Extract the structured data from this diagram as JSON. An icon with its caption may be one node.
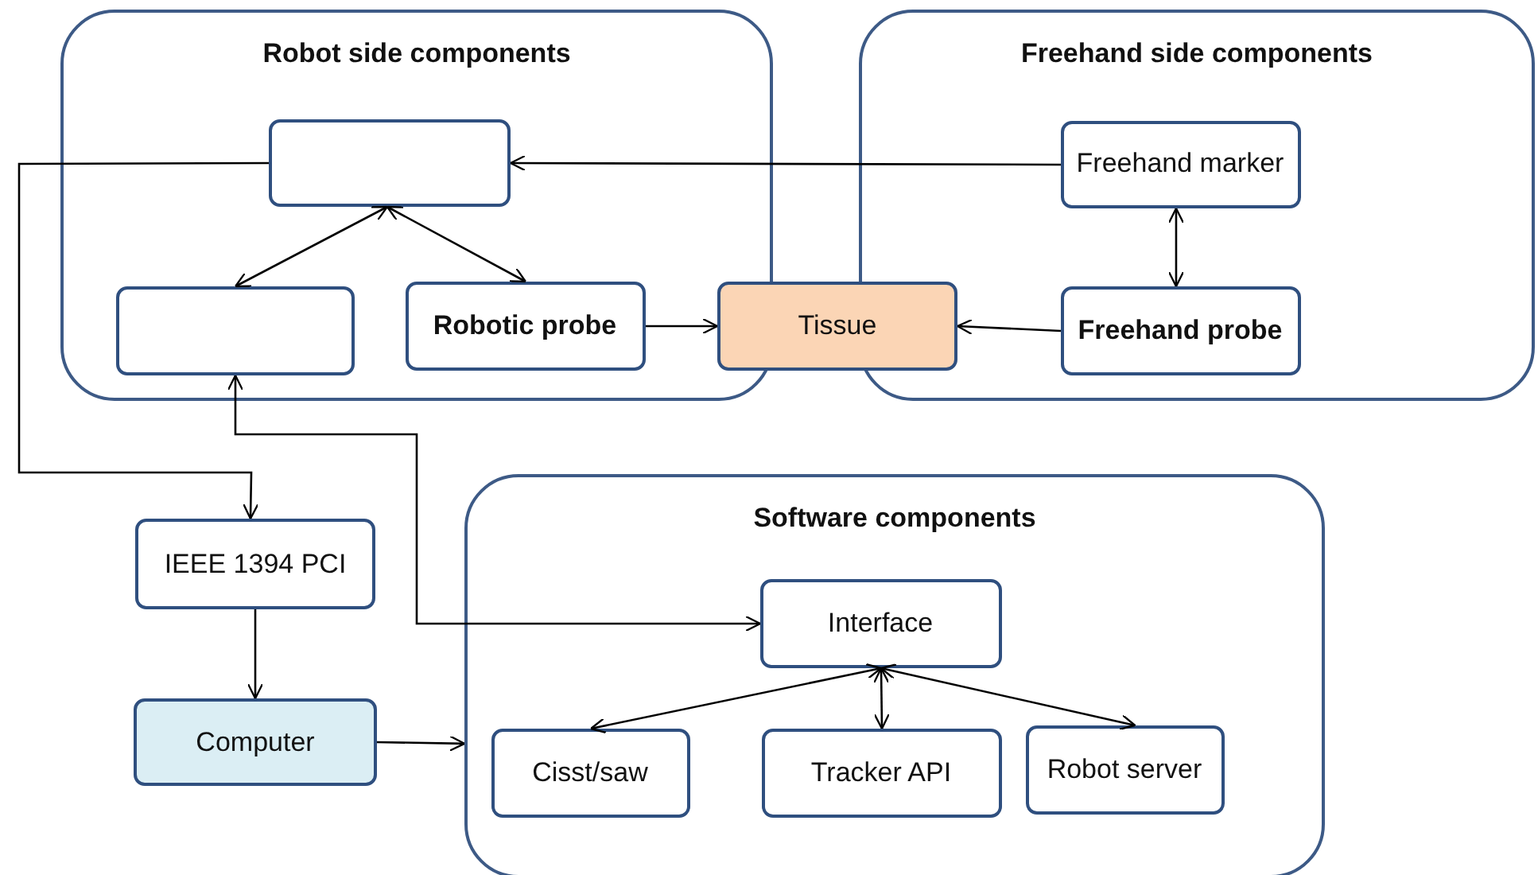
{
  "diagram": {
    "nodes": [
      {
        "text": [
          "Robot side components"
        ]
      },
      {
        "text": [
          "Freehand side components"
        ]
      },
      {
        "text": [],
        "shape": "box",
        "in": 0
      },
      {
        "text": [],
        "shape": "box",
        "in": 0
      },
      {
        "text": [
          "Robotic probe"
        ],
        "in": 0
      },
      {
        "text": [
          "Tissue"
        ]
      },
      {
        "text": [
          "Freehand marker"
        ],
        "in": 1
      },
      {
        "text": [
          "Freehand probe"
        ],
        "in": 1
      },
      {
        "text": [
          "IEEE 1394 PCI"
        ]
      },
      {
        "text": [
          "Computer"
        ]
      },
      {
        "text": [
          "Software components"
        ]
      },
      {
        "text": [
          "Interface"
        ],
        "in": 10
      },
      {
        "text": [
          "Cisst/saw"
        ],
        "in": 10
      },
      {
        "text": [
          "Tracker API"
        ],
        "in": 10
      },
      {
        "text": [
          "Robot server"
        ],
        "in": 10
      }
    ],
    "edges": [
      {
        "from": 6,
        "to": 2,
        "arrow": "to"
      },
      {
        "from": 2,
        "to": 3,
        "arrow": "both"
      },
      {
        "from": 2,
        "to": 4,
        "arrow": "both"
      },
      {
        "from": 6,
        "to": 7,
        "arrow": "both"
      },
      {
        "from": 4,
        "to": 5,
        "arrow": "to"
      },
      {
        "from": 7,
        "to": 5,
        "arrow": "to"
      },
      {
        "from": 2,
        "to": 8,
        "arrow": "to"
      },
      {
        "from": 8,
        "to": 9,
        "arrow": "to"
      },
      {
        "from": 9,
        "to": 10,
        "arrow": "to"
      },
      {
        "from": 3,
        "to": 11,
        "arrow": "both"
      },
      {
        "from": 11,
        "to": 12,
        "arrow": "both"
      },
      {
        "from": 11,
        "to": 13,
        "arrow": "both"
      },
      {
        "from": 11,
        "to": 14,
        "arrow": "both"
      }
    ]
  }
}
